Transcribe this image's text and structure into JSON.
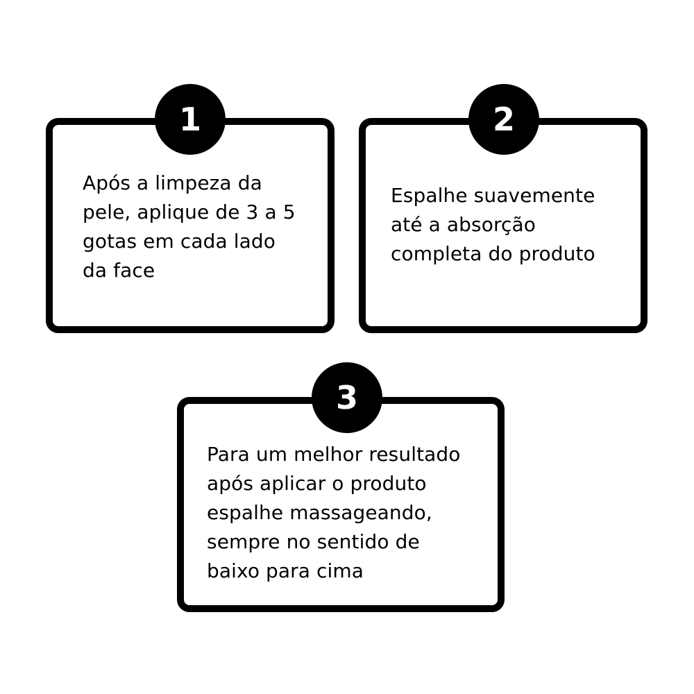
{
  "steps": [
    {
      "number": "1",
      "lines": [
        "Após a limpeza da",
        "pele, aplique de 3 a 5",
        "gotas em cada lado",
        "da face"
      ]
    },
    {
      "number": "2",
      "lines": [
        "Espalhe suavemente",
        "até a absorção",
        "completa do produto"
      ]
    },
    {
      "number": "3",
      "lines": [
        "Para um melhor resultado",
        "após aplicar o produto",
        "espalhe massageando,",
        "sempre no sentido de",
        "baixo para cima"
      ]
    }
  ],
  "colors": {
    "border": "#000000",
    "badge_background": "#000000",
    "badge_text": "#ffffff",
    "background": "#ffffff",
    "text": "#000000"
  }
}
